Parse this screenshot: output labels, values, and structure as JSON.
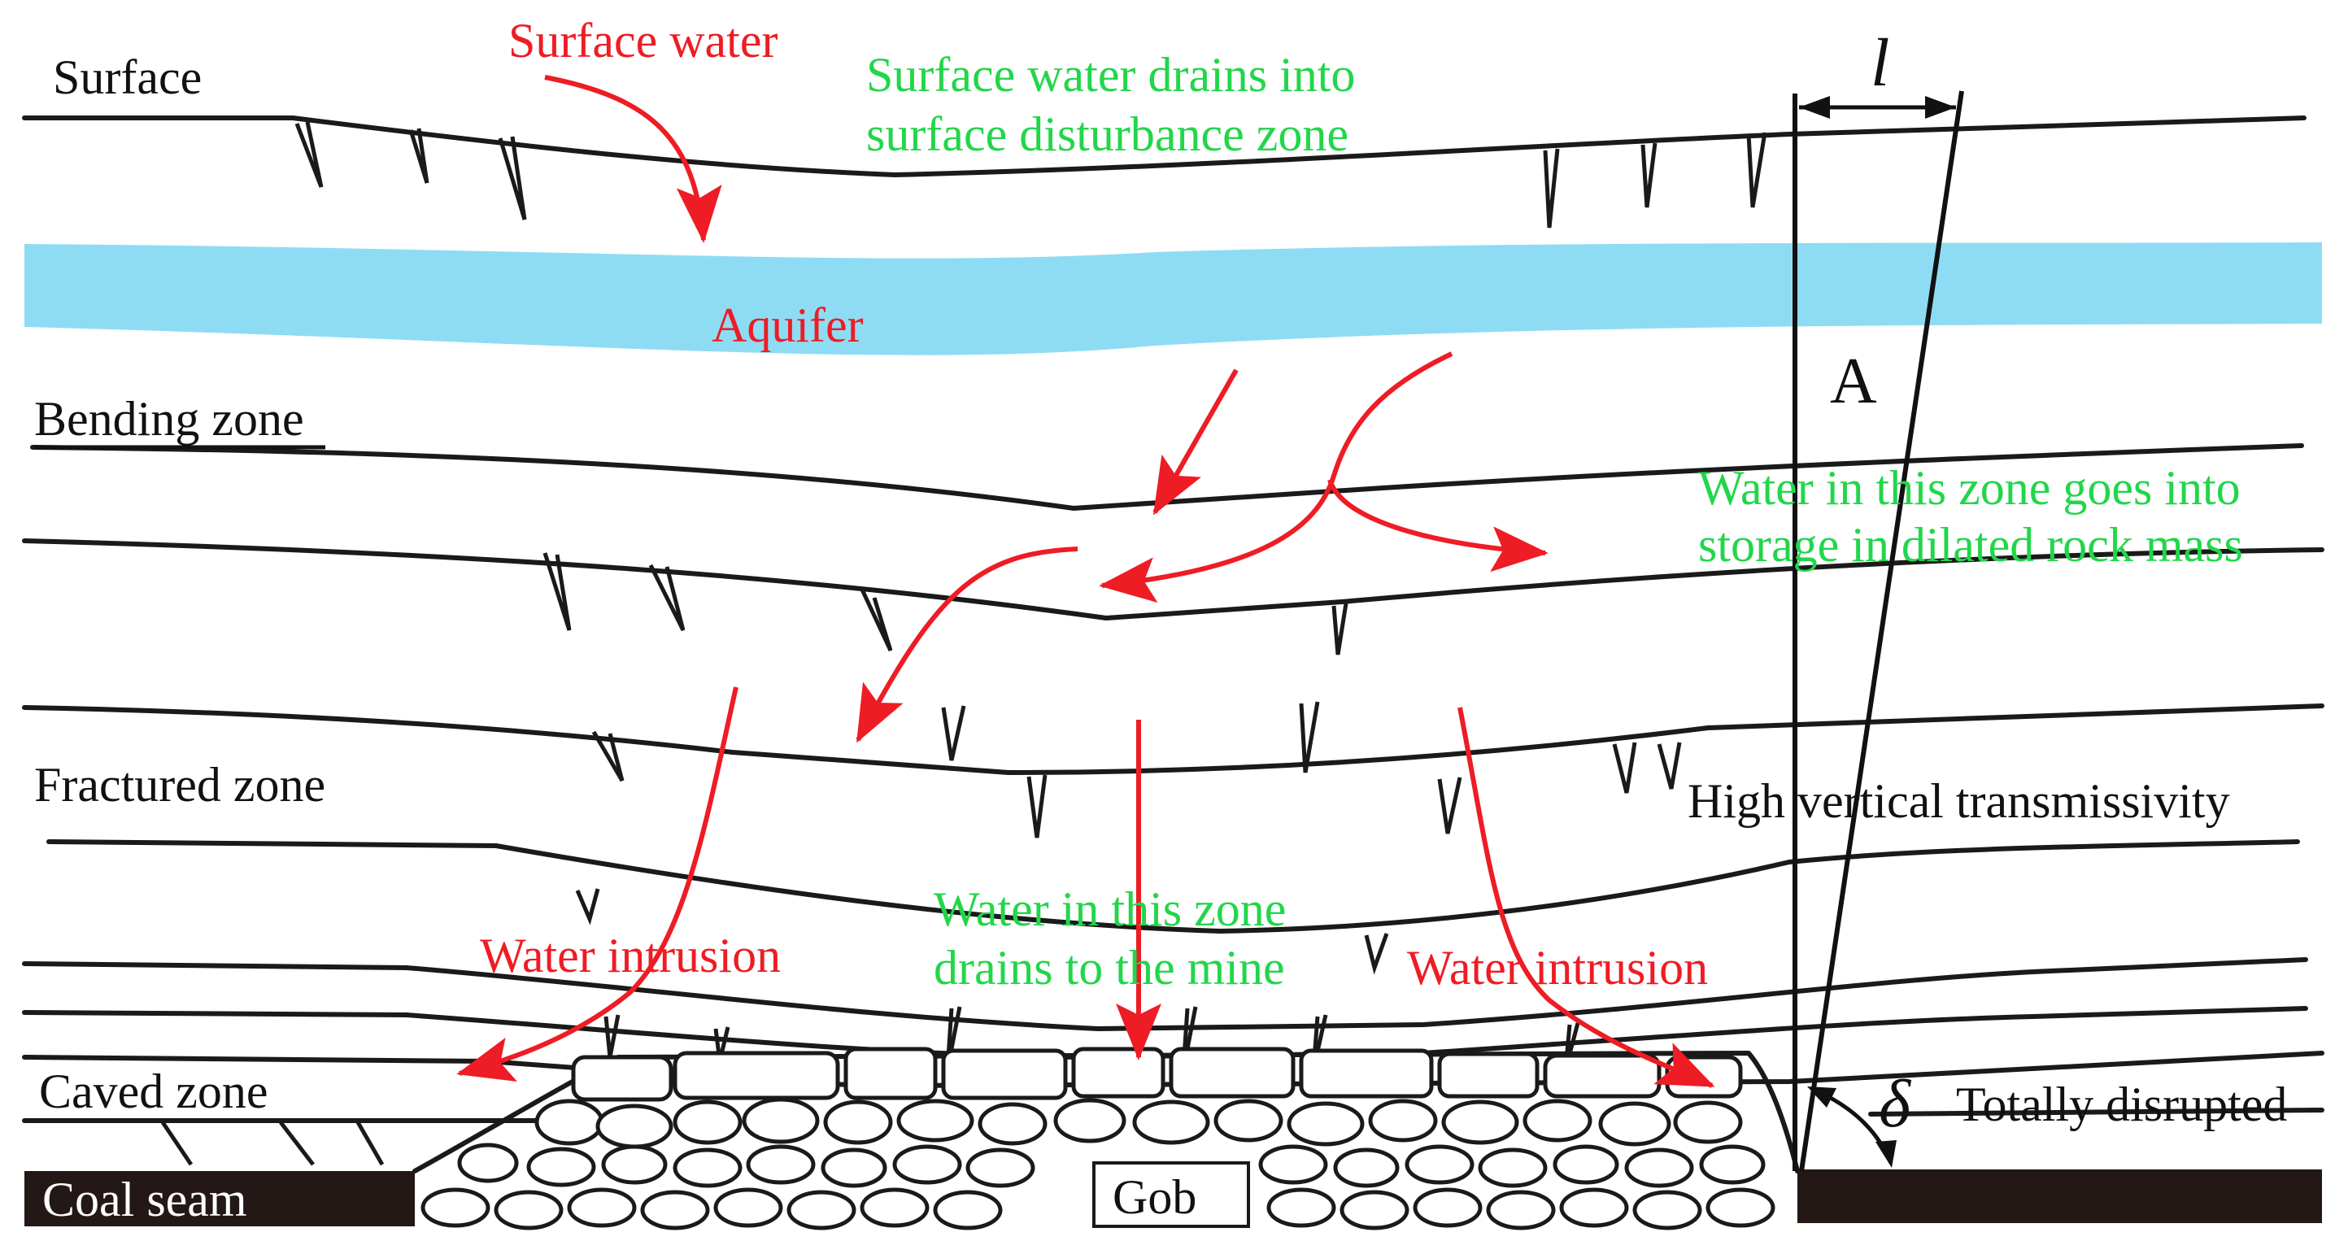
{
  "labels": {
    "surface": "Surface",
    "surface_water": "Surface water",
    "surface_drain_line1": "Surface water drains into",
    "surface_drain_line2": "surface disturbance zone",
    "aquifer": "Aquifer",
    "bending_zone": "Bending zone",
    "zone_storage_line1": "Water in this zone goes into",
    "zone_storage_line2": "storage in dilated rock mass",
    "fractured_zone": "Fractured zone",
    "high_transmissivity": "High vertical transmissivity",
    "water_intrusion_left": "Water intrusion",
    "water_intrusion_right": "Water intrusion",
    "drains_mine_line1": "Water in this zone",
    "drains_mine_line2": "drains to the mine",
    "caved_zone": "Caved zone",
    "totally_disrupted": "Totally disrupted",
    "coal_seam": "Coal seam",
    "gob": "Gob",
    "point_a": "A",
    "length_symbol": "l",
    "angle_symbol": "δ"
  },
  "colors": {
    "aquifer_fill": "#8edcf4",
    "flow_arrow": "#ee1c24",
    "note_text": "#22d64a",
    "coal_seam": "#231815",
    "strata_line": "#1a1a1a"
  }
}
